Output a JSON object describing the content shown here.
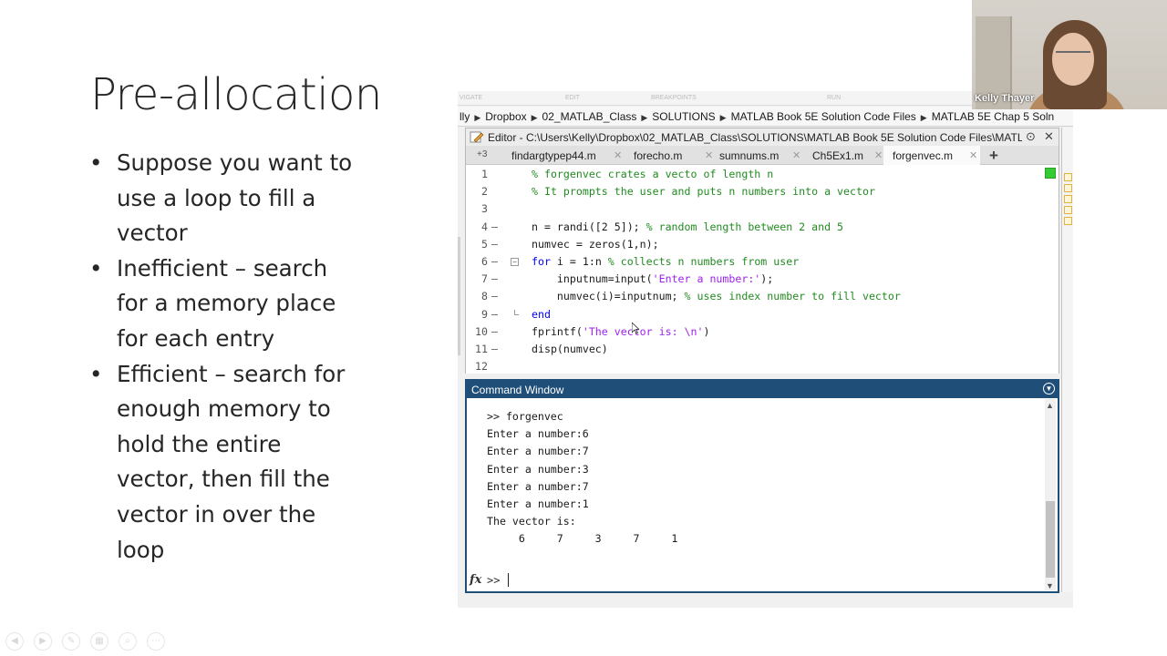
{
  "slide": {
    "title": "Pre-allocation",
    "bullets": [
      "Suppose you want to use a loop to fill a vector",
      "Inefficient – search for a memory place for each entry",
      "Efficient – search for enough memory to hold the entire vector, then fill the vector in over the loop"
    ]
  },
  "matlab": {
    "ribbon_labels": [
      "VIGATE",
      "EDIT",
      "BREAKPOINTS",
      "RUN"
    ],
    "breadcrumb": [
      "lly",
      "Dropbox",
      "02_MATLAB_Class",
      "SOLUTIONS",
      "MATLAB Book 5E Solution Code Files",
      "MATLAB 5E Chap 5 Soln"
    ],
    "editor": {
      "title": "Editor - C:\\Users\\Kelly\\Dropbox\\02_MATLAB_Class\\SOLUTIONS\\MATLAB Book 5E Solution Code Files\\MATL...",
      "tab_overflow": "+3",
      "tabs": [
        {
          "label": "findargtypep44.m",
          "active": false
        },
        {
          "label": "forecho.m",
          "active": false
        },
        {
          "label": "sumnums.m",
          "active": false
        },
        {
          "label": "Ch5Ex1.m",
          "active": false
        },
        {
          "label": "forgenvec.m",
          "active": true
        }
      ],
      "code_lines": [
        {
          "n": "1",
          "bp": "",
          "comment": "% forgenvec crates a vecto of length n"
        },
        {
          "n": "2",
          "bp": "",
          "comment": "% It prompts the user and puts n numbers into a vector"
        },
        {
          "n": "3",
          "bp": ""
        },
        {
          "n": "4",
          "bp": "–",
          "pre": "n = randi([2 5]); ",
          "comment": "% random length between 2 and 5"
        },
        {
          "n": "5",
          "bp": "–",
          "pre": "numvec = zeros(1,n);"
        },
        {
          "n": "6",
          "bp": "–",
          "kw": "for",
          "pre": " i = 1:n ",
          "comment": "% collects n numbers from user"
        },
        {
          "n": "7",
          "bp": "–",
          "pre": "    inputnum=input(",
          "str": "'Enter a number:'",
          "post": ");"
        },
        {
          "n": "8",
          "bp": "–",
          "pre": "    numvec(i)=inputnum; ",
          "comment": "% uses index number to fill vector"
        },
        {
          "n": "9",
          "bp": "–",
          "kw": "end"
        },
        {
          "n": "10",
          "bp": "–",
          "pre": "fprintf(",
          "str": "'The vector is: \\n'",
          "post": ")"
        },
        {
          "n": "11",
          "bp": "–",
          "pre": "disp(numvec)"
        },
        {
          "n": "12",
          "bp": ""
        }
      ]
    },
    "command_window": {
      "title": "Command Window",
      "lines": [
        "",
        ">> forgenvec",
        "Enter a number:6",
        "Enter a number:7",
        "Enter a number:3",
        "Enter a number:7",
        "Enter a number:1",
        "The vector is:",
        "     6     7     3     7     1"
      ],
      "prompt": ">>",
      "fx_label": "fx"
    }
  },
  "webcam": {
    "participant_name": "Kelly Thayer"
  },
  "colors": {
    "cmd_title_bg": "#1f4e79",
    "comment": "#228b22",
    "keyword": "#0000ff",
    "string": "#a020f0"
  }
}
